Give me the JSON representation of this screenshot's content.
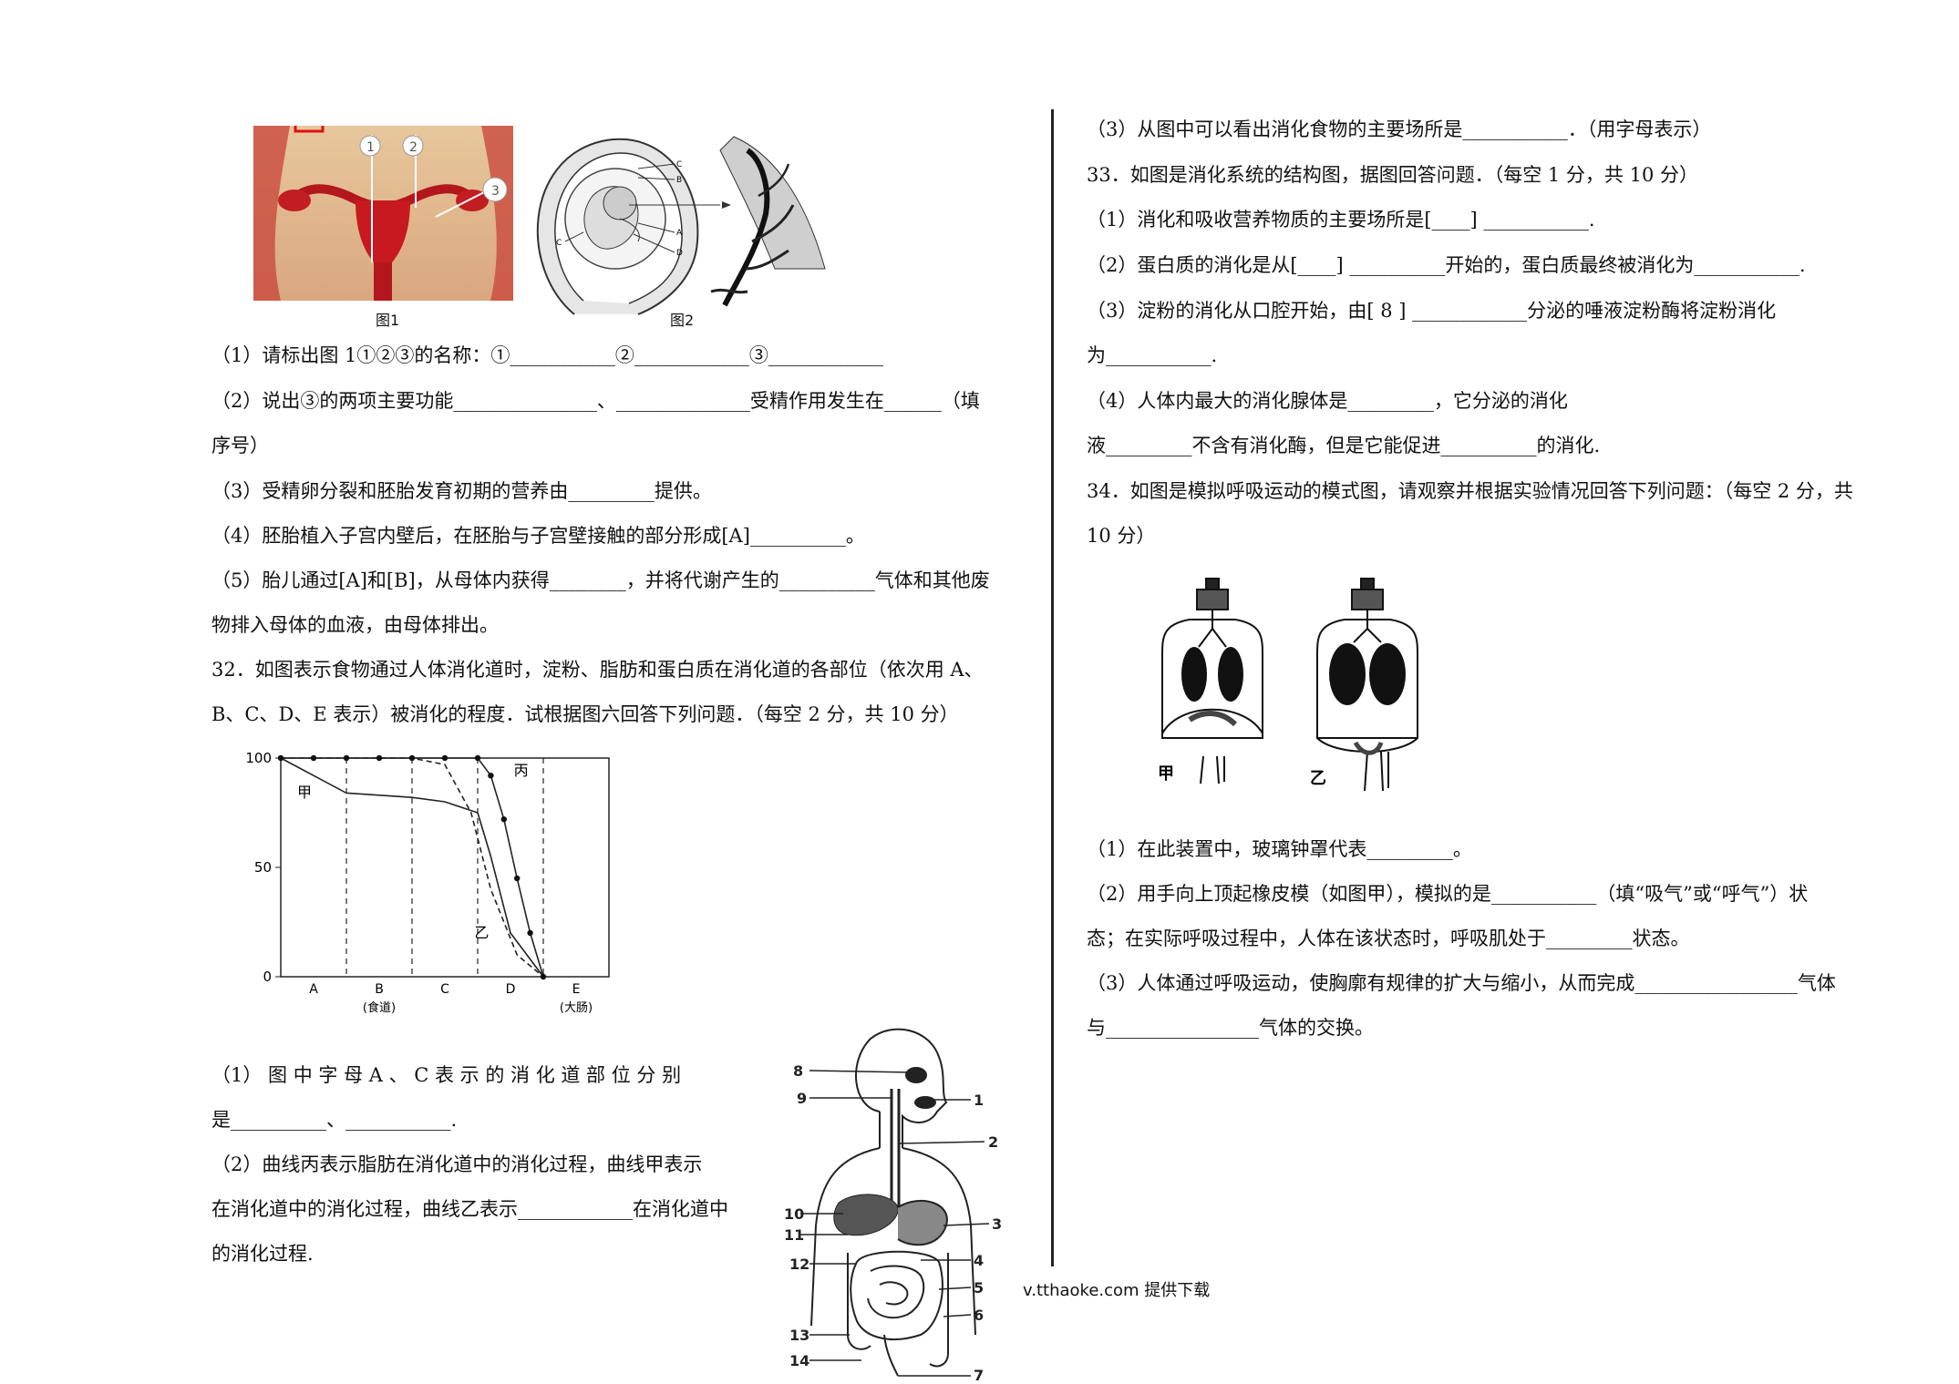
{
  "left": {
    "fig1_caption": "图1",
    "fig2_caption": "图2",
    "fig1_marks": [
      "1",
      "2",
      "3"
    ],
    "fig2_marks": [
      "C",
      "B",
      "A",
      "C",
      "D"
    ],
    "q31": [
      "（1）请标出图 1①②③的名称：①___________②____________③____________",
      "（2）说出③的两项主要功能_______________、______________受精作用发生在______（填",
      "序号）",
      "（3）受精卵分裂和胚胎发育初期的营养由_________提供。",
      "（4）胚胎植入子宫内壁后，在胚胎与子宫壁接触的部分形成[A]__________。",
      "（5）胎儿通过[A]和[B]，从母体内获得________，并将代谢产生的__________气体和其他废",
      "物排入母体的血液，由母体排出。"
    ],
    "q32": [
      "32．如图表示食物通过人体消化道时，淀粉、脂肪和蛋白质在消化道的各部位（依次用 A、",
      "B、C、D、E 表示）被消化的程度．试根据图六回答下列问题．（每空 2 分，共 10 分）"
    ],
    "q32_sub": [
      "（1） 图 中 字 母  A 、 C  表 示 的 消 化 道 部 位 分 别",
      "是__________、___________.",
      "（2）曲线丙表示脂肪在消化道中的消化过程，曲线甲表示",
      "在消化道中的消化过程，曲线乙表示____________在消化道中",
      "的消化过程."
    ],
    "digest_labels": [
      "8",
      "9",
      "1",
      "2",
      "10",
      "3",
      "11",
      "12",
      "4",
      "5",
      "6",
      "13",
      "14",
      "7"
    ]
  },
  "chart_data": {
    "type": "line",
    "categories": [
      "A",
      "B",
      "C",
      "D",
      "E"
    ],
    "category_sublabels": {
      "B": "(食道)",
      "E": "(大肠)"
    },
    "y_ticks": [
      0,
      50,
      100
    ],
    "ylim": [
      0,
      100
    ],
    "series": [
      {
        "name": "甲",
        "x": [
          0,
          1,
          2,
          2.5,
          3,
          3.2,
          3.5,
          4
        ],
        "values": [
          100,
          84,
          82,
          80,
          75,
          55,
          20,
          0
        ]
      },
      {
        "name": "乙",
        "x": [
          0,
          1,
          2,
          2.5,
          2.9,
          3.2,
          3.6,
          4
        ],
        "values": [
          100,
          100,
          100,
          97,
          75,
          40,
          10,
          0
        ]
      },
      {
        "name": "丙",
        "x": [
          0,
          0.5,
          1,
          1.5,
          2,
          2.5,
          3,
          3.2,
          3.4,
          3.6,
          3.8,
          4
        ],
        "values": [
          100,
          100,
          100,
          100,
          100,
          100,
          100,
          92,
          72,
          45,
          20,
          0
        ]
      }
    ],
    "series_labels": [
      "甲",
      "乙",
      "丙"
    ]
  },
  "right": {
    "lines_top": [
      "（3）从图中可以看出消化食物的主要场所是___________．（用字母表示）",
      "33．如图是消化系统的结构图，据图回答问题．（每空 1 分，共 10 分）",
      "（1）消化和吸收营养物质的主要场所是[____] ___________.",
      "（2）蛋白质的消化是从[____] __________开始的，蛋白质最终被消化为___________.",
      "（3）淀粉的消化从口腔开始，由[ 8 ] ____________分泌的唾液淀粉酶将淀粉消化",
      "为___________.",
      "（4）人体内最大的消化腺体是_________，它分泌的消化",
      "液_________不含有消化酶，但是它能促进__________的消化.",
      "34．如图是模拟呼吸运动的模式图，请观察并根据实验情况回答下列问题：（每空 2 分，共",
      "10 分）"
    ],
    "bell_labels": [
      "甲",
      "乙"
    ],
    "lines_bottom": [
      "（1）在此装置中，玻璃钟罩代表_________。",
      "（2）用手向上顶起橡皮模（如图甲），模拟的是___________（填“吸气”或“呼气”）状",
      "态；在实际呼吸过程中，人体在该状态时，呼吸肌处于_________状态。",
      "（3）人体通过呼吸运动，使胸廓有规律的扩大与缩小，从而完成_________________气体",
      "与________________气体的交换。"
    ]
  },
  "footer": "v.tthaoke.com  提供下载"
}
